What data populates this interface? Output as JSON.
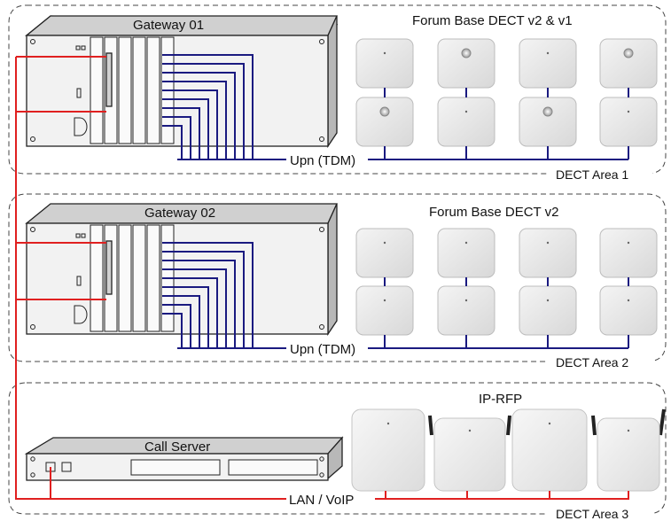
{
  "areas": [
    {
      "area_label": "DECT Area 1",
      "gateway_label": "Gateway 01",
      "base_label": "Forum Base DECT v2 & v1",
      "link_label": "Upn (TDM)",
      "base_stations": [
        "v2",
        "v1",
        "v2",
        "v1",
        "v1",
        "v2",
        "v1",
        "v2"
      ]
    },
    {
      "area_label": "DECT Area 2",
      "gateway_label": "Gateway 02",
      "base_label": "Forum Base DECT v2",
      "link_label": "Upn (TDM)",
      "base_stations": [
        "v2",
        "v2",
        "v2",
        "v2",
        "v2",
        "v2",
        "v2",
        "v2"
      ]
    },
    {
      "area_label": "DECT Area 3",
      "server_label": "Call Server",
      "base_label": "IP-RFP",
      "link_label": "LAN / VoIP",
      "rfp_types": [
        "indoor",
        "outdoor",
        "indoor",
        "outdoor"
      ]
    }
  ],
  "colors": {
    "upn_line": "#1a1a80",
    "lan_line": "#e02020",
    "area_border": "#444444",
    "device_gray": "#d0d0d0"
  }
}
